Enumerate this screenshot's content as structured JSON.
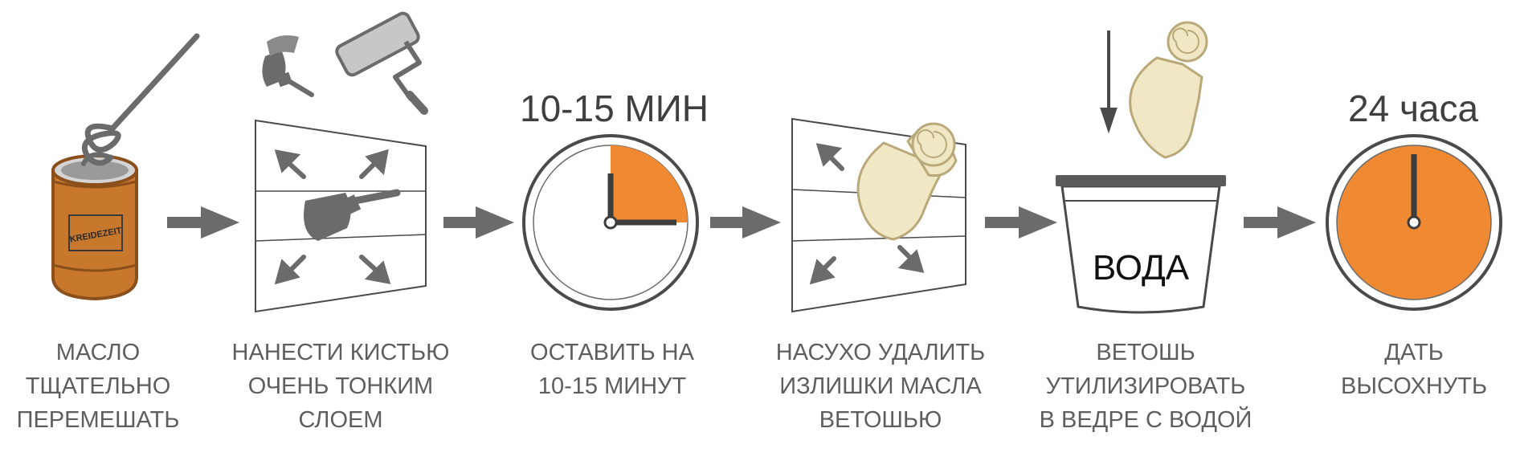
{
  "steps": [
    {
      "id": "mix",
      "lines": [
        "МАСЛО",
        "ТЩАТЕЛЬНО",
        "ПЕРЕМЕШАТЬ"
      ],
      "can_label": "KREIDEZEIT"
    },
    {
      "id": "apply",
      "lines": [
        "НАНЕСТИ КИСТЬЮ",
        "ОЧЕНЬ ТОНКИМ",
        "СЛОЕМ"
      ]
    },
    {
      "id": "wait",
      "heading": "10-15 МИН",
      "lines": [
        "ОСТАВИТЬ НА",
        "10-15 МИНУТ"
      ],
      "clock_fill_fraction": 0.25
    },
    {
      "id": "wipe",
      "lines": [
        "НАСУХО УДАЛИТЬ",
        "ИЗЛИШКИ МАСЛА",
        "ВЕТОШЬЮ"
      ]
    },
    {
      "id": "dispose",
      "bucket_label": "ВОДА",
      "lines": [
        "ВЕТОШЬ",
        "УТИЛИЗИРОВАТЬ",
        "В ВЕДРЕ С ВОДОЙ"
      ]
    },
    {
      "id": "dry",
      "heading": "24 часа",
      "lines": [
        "ДАТЬ",
        "ВЫСОХНУТЬ"
      ],
      "clock_fill_fraction": 1.0
    }
  ],
  "colors": {
    "accent": "#f08a32",
    "can": "#c8782d",
    "rag": "#f0e8c4",
    "icon": "#6b6b6b",
    "text": "#5e5e5e"
  }
}
